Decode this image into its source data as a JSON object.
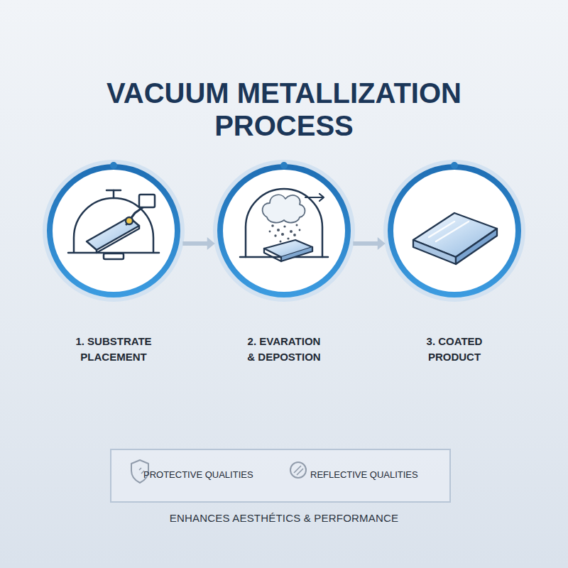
{
  "diagram": {
    "title": "VACUUM METALLIZATION PROCESS",
    "caption": "ENHANCES AESTHÉTICS & PERFORMANCE",
    "nodes": [
      {
        "text": [
          "1. SUBSTRATE PLACEMENT"
        ]
      },
      {
        "text": [
          "2. EVARATION & DEPOSTION"
        ]
      },
      {
        "text": [
          "3. COATED PRODUCT"
        ]
      },
      {
        "text": [
          "PROTECTIVE QUALITIES",
          "REFLECTIVE QUALITIES"
        ]
      }
    ],
    "edges": [
      {
        "from": 0,
        "to": 1,
        "arrow": "to"
      },
      {
        "from": 1,
        "to": 2,
        "arrow": "to"
      }
    ]
  }
}
